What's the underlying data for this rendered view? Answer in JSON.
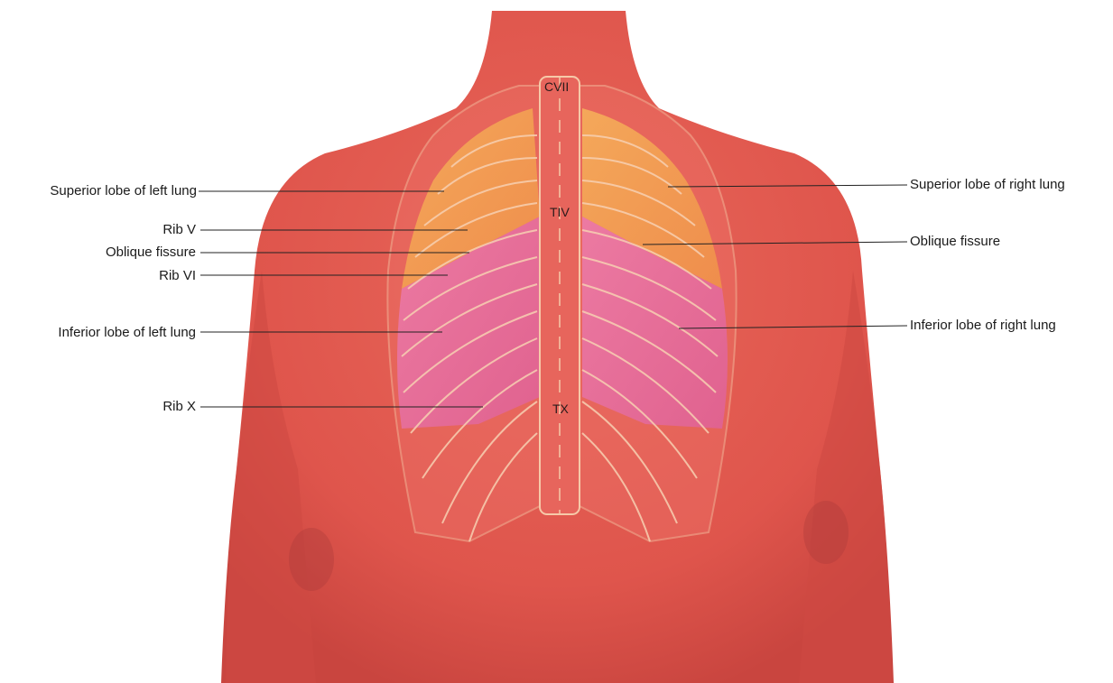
{
  "labels_left": [
    "Superior lobe of left lung",
    "Rib V",
    "Oblique fissure",
    "Rib VI",
    "Inferior lobe of left lung",
    "Rib X"
  ],
  "labels_right": [
    "Superior lobe of right lung",
    "Oblique fissure",
    "Inferior lobe of right lung"
  ],
  "vertebra_labels": [
    "CVII",
    "TIV",
    "TX"
  ],
  "colors": {
    "skin": "#e1584f",
    "skin_dark": "#c2433c",
    "superior_lobe": "#f3a052",
    "inferior_lobe": "#e76f9c",
    "bone_outline": "#f6c9a8",
    "leader_line": "#222222"
  }
}
